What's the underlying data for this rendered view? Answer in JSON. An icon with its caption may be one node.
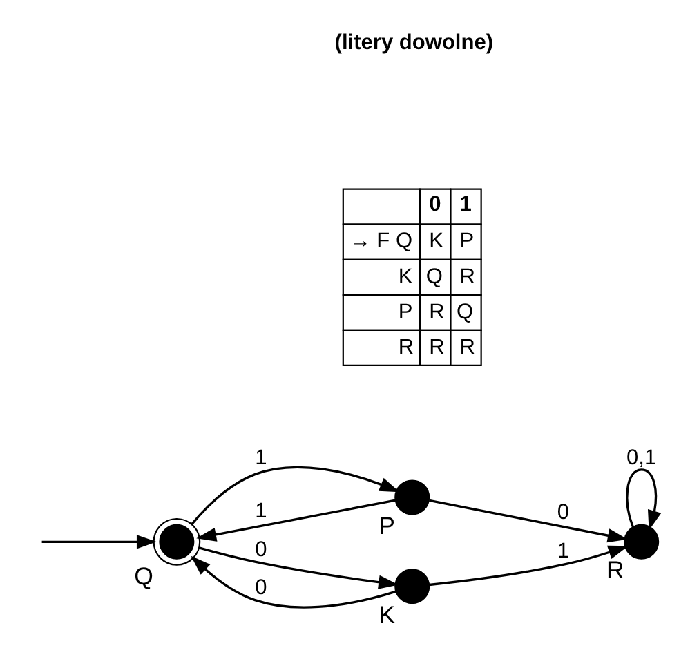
{
  "diagram": {
    "nodes": [
      {
        "text": [],
        "shape": "circle",
        "beside": [
          "Q"
        ]
      },
      {
        "text": [],
        "shape": "circle",
        "beside": [
          "P"
        ]
      },
      {
        "text": [],
        "shape": "circle",
        "beside": [
          "K"
        ]
      },
      {
        "text": [],
        "shape": "circle",
        "beside": [
          "R"
        ]
      }
    ],
    "edges": [
      {
        "from": null,
        "to": 0,
        "arrow": "to"
      },
      {
        "from": 0,
        "to": 1,
        "arrow": "to",
        "label": "1"
      },
      {
        "from": 1,
        "to": 0,
        "arrow": "to",
        "label": "1"
      },
      {
        "from": 0,
        "to": 2,
        "arrow": "to",
        "label": "0"
      },
      {
        "from": 2,
        "to": 0,
        "arrow": "to",
        "label": "0"
      },
      {
        "from": 1,
        "to": 3,
        "arrow": "to",
        "label": "0"
      },
      {
        "from": 2,
        "to": 3,
        "arrow": "to",
        "label": "1"
      },
      {
        "from": 3,
        "to": 3,
        "arrow": "to",
        "label": "0,1"
      }
    ],
    "labels": [
      "(litery dowolne)",
      "0",
      "1",
      "→ F Q",
      "K",
      "P",
      "K",
      "Q",
      "R",
      "P",
      "R",
      "Q",
      "R",
      "R",
      "R"
    ]
  }
}
